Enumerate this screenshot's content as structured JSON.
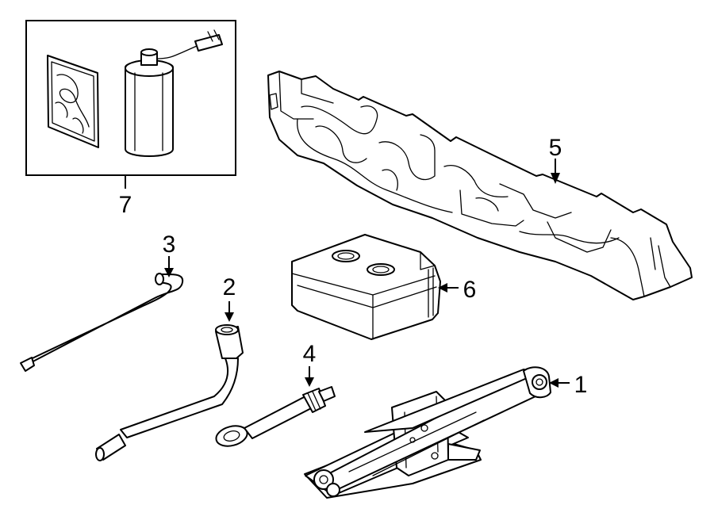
{
  "callouts": [
    {
      "id": "1",
      "label": "1",
      "part": "scissor-jack"
    },
    {
      "id": "2",
      "label": "2",
      "part": "lug-wrench"
    },
    {
      "id": "3",
      "label": "3",
      "part": "jack-handle"
    },
    {
      "id": "4",
      "label": "4",
      "part": "tow-hook"
    },
    {
      "id": "5",
      "label": "5",
      "part": "tool-tray"
    },
    {
      "id": "6",
      "label": "6",
      "part": "tool-case"
    },
    {
      "id": "7",
      "label": "7",
      "part": "repair-kit"
    }
  ]
}
